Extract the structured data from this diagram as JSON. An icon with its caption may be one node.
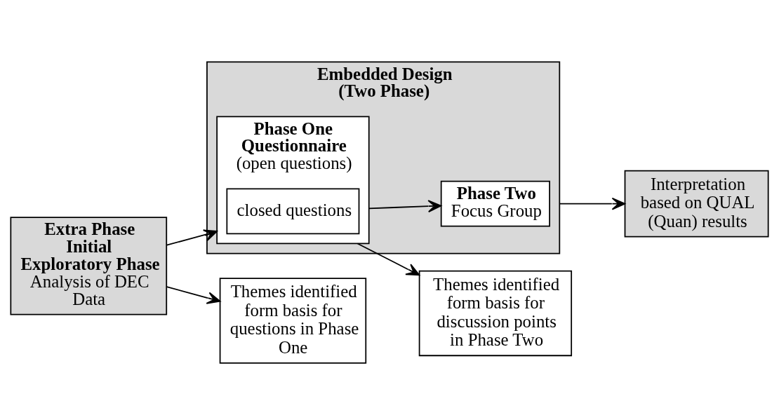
{
  "diagram": {
    "nodes": [
      {
        "text": [
          "Extra Phase",
          "Initial Exploratory Phase",
          "Analysis of DEC Data"
        ]
      },
      {
        "text": [
          "Embedded Design (Two Phase)"
        ]
      },
      {
        "text": [
          "Phase One Questionnaire",
          "(open questions)"
        ],
        "in": 1
      },
      {
        "text": [
          "closed questions"
        ],
        "in": 2
      },
      {
        "text": [
          "Phase Two",
          "Focus Group"
        ],
        "in": 1
      },
      {
        "text": [
          "Interpretation based on QUAL (Quan) results"
        ]
      },
      {
        "text": [
          "Themes identified form basis for questions in Phase One"
        ]
      },
      {
        "text": [
          "Themes identified form basis for discussion points in Phase Two"
        ]
      }
    ],
    "edges": [
      {
        "from": 0,
        "to": 2,
        "arrow": "to"
      },
      {
        "from": 0,
        "to": 6,
        "arrow": "to"
      },
      {
        "from": 2,
        "to": 4,
        "arrow": "to"
      },
      {
        "from": 2,
        "to": 7,
        "arrow": "to"
      },
      {
        "from": 1,
        "to": 5,
        "arrow": "to"
      }
    ]
  }
}
